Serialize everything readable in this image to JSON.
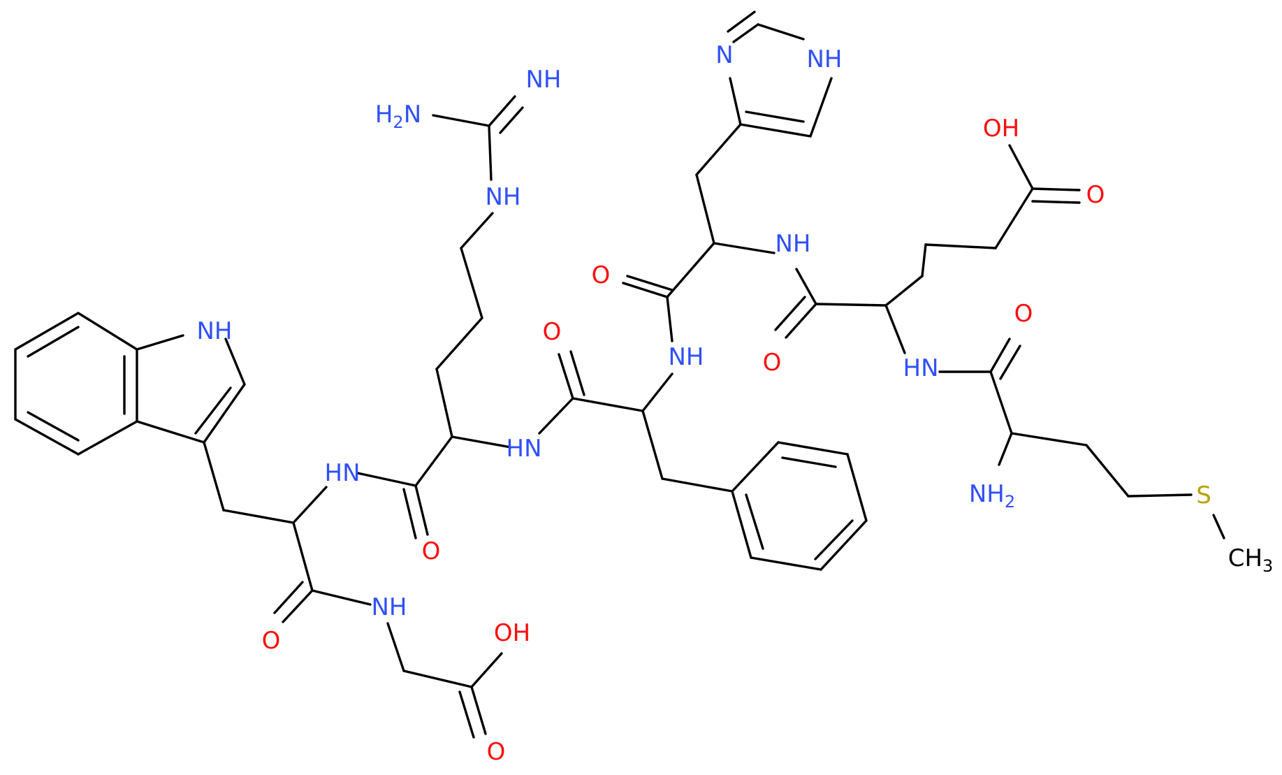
{
  "colors": {
    "bond": "#000000",
    "N": "#3050F8",
    "O": "#FF0D0D",
    "S": "#B8A100"
  },
  "atoms": [
    {
      "id": "nh_trp",
      "text": "NH"
    },
    {
      "id": "nh_trp_arg",
      "text": "HN"
    },
    {
      "id": "o_trp",
      "text": "O"
    },
    {
      "id": "nh_gly",
      "text": "NH"
    },
    {
      "id": "oh_gly",
      "text": "OH"
    },
    {
      "id": "o_gly",
      "text": "O"
    },
    {
      "id": "o_arg",
      "text": "O"
    },
    {
      "id": "nh_arg_phe",
      "text": "HN"
    },
    {
      "id": "nh_guan",
      "text": "NH"
    },
    {
      "id": "nh2_guan",
      "text": "H2N"
    },
    {
      "id": "imine_guan",
      "text": "NH"
    },
    {
      "id": "o_phe",
      "text": "O"
    },
    {
      "id": "nh_phe_his",
      "text": "NH"
    },
    {
      "id": "o_his",
      "text": "O"
    },
    {
      "id": "nh_his_glu",
      "text": "NH"
    },
    {
      "id": "n_imid",
      "text": "N"
    },
    {
      "id": "nh_imid",
      "text": "NH"
    },
    {
      "id": "o_glu",
      "text": "O"
    },
    {
      "id": "oh_glu",
      "text": "OH"
    },
    {
      "id": "o2_glu",
      "text": "O"
    },
    {
      "id": "nh_glu_met",
      "text": "HN"
    },
    {
      "id": "o_met",
      "text": "O"
    },
    {
      "id": "nh2_met",
      "text": "NH2"
    },
    {
      "id": "s_met",
      "text": "S"
    },
    {
      "id": "ch3_met",
      "text": "CH3"
    }
  ]
}
